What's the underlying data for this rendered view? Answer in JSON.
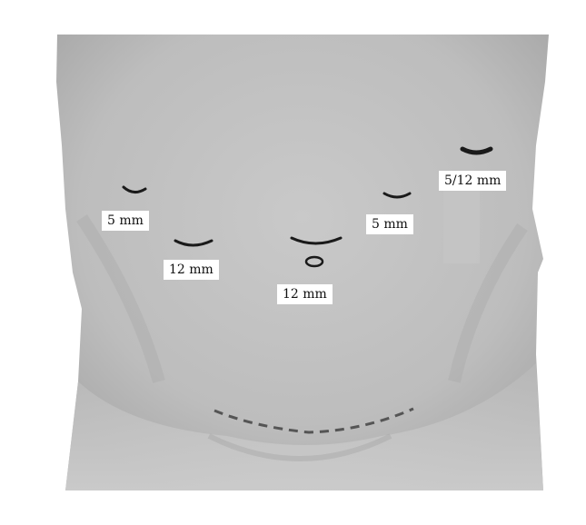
{
  "diagram": {
    "labels": {
      "port_right_upper": "5 mm",
      "port_right_lower": "12 mm",
      "port_umbilical": "12 mm",
      "port_left_mid": "5 mm",
      "port_left_upper": "5/12 mm"
    },
    "colors": {
      "torso": "#bdbdbd",
      "torso_shadow": "#a8a8a8",
      "incision": "#1a1a1a",
      "dashed_incision": "#555555",
      "label_background": "#ffffff"
    }
  }
}
